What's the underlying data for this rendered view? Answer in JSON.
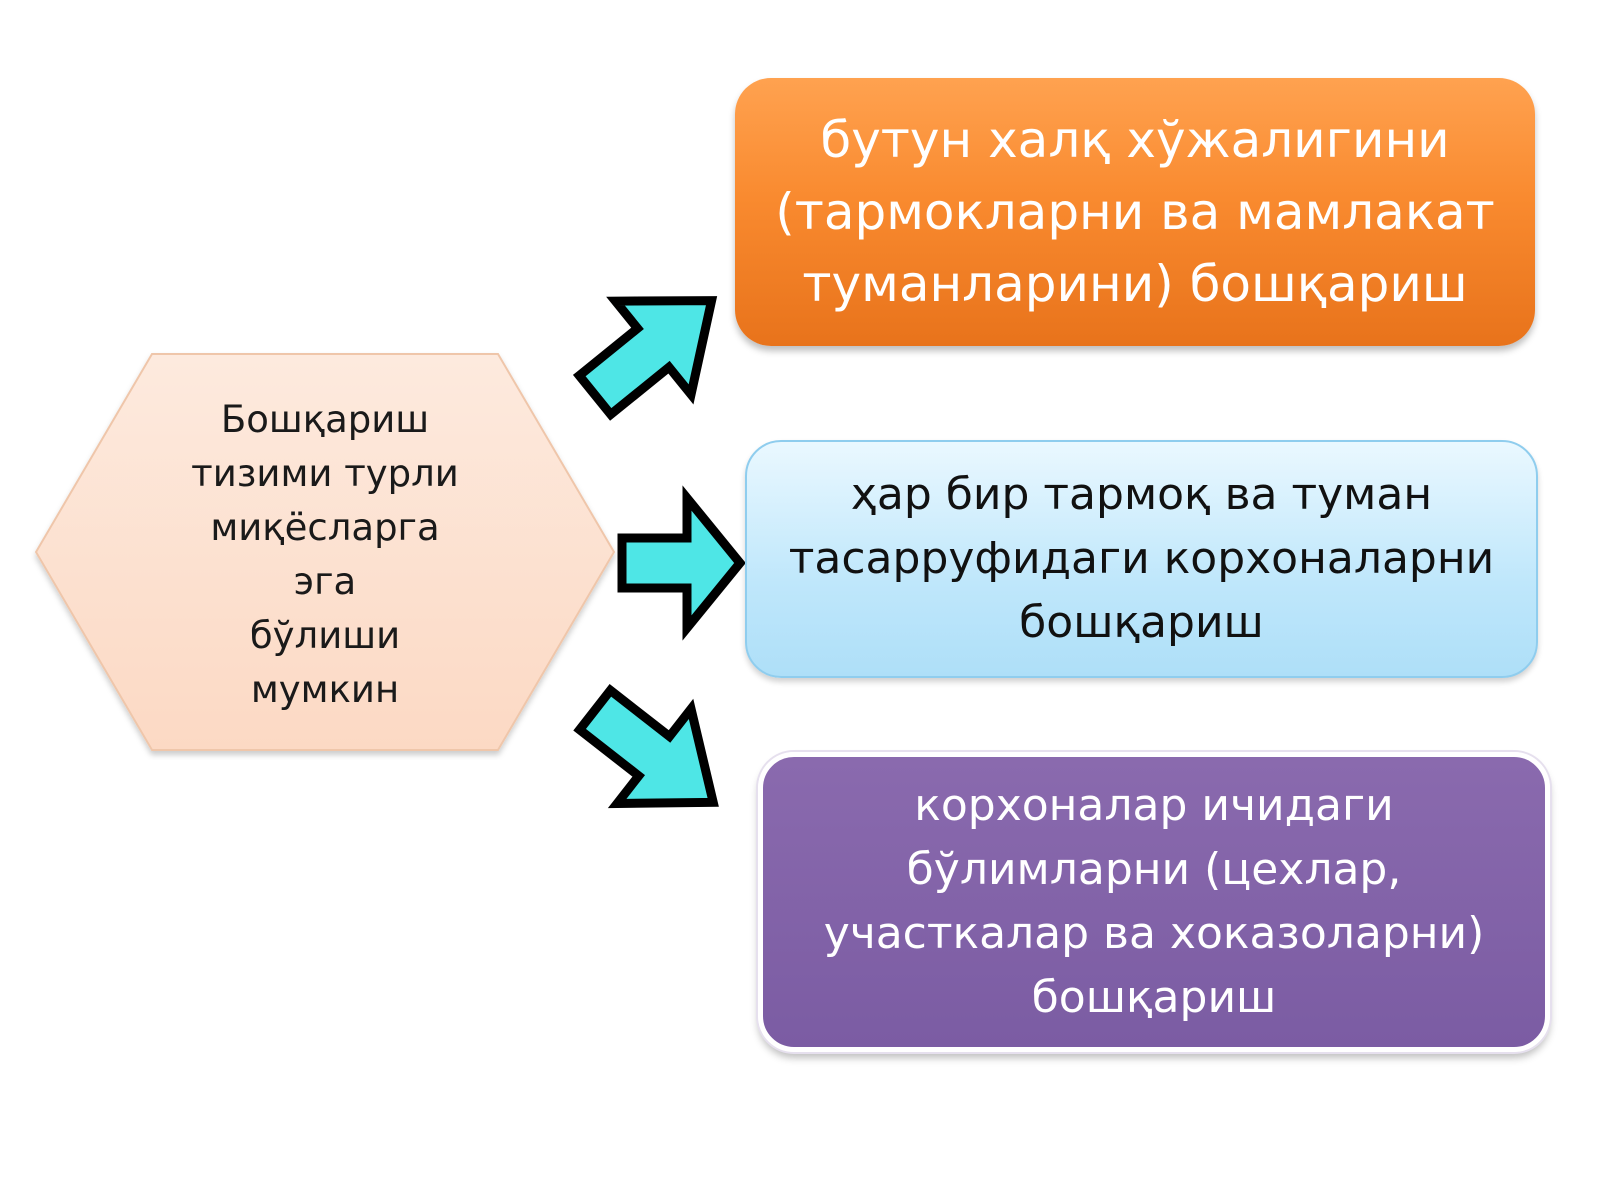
{
  "hexagon": {
    "lines": [
      "Бошқариш",
      "тизими турли",
      "миқёсларга эга",
      "бўлиши мумкин"
    ],
    "fill": "#fde3d3",
    "stroke": "#f0c9ae"
  },
  "boxes": {
    "top": {
      "lines": [
        "бутун халқ хўжалигини",
        "(тармокларни ва мамлакат",
        "туманларини) бошқариш"
      ],
      "color": "#f98a2f"
    },
    "middle": {
      "lines": [
        "ҳар бир тармоқ ва туман",
        "тасарруфидаги корхоналарни",
        "бошқариш"
      ],
      "color": "#bfe7fb"
    },
    "bottom": {
      "lines": [
        "корхоналар ичидаги",
        "бўлимларни (цехлар,",
        "участкалар ва хоказоларни)",
        "бошқариш"
      ],
      "color": "#7b5ca3"
    }
  },
  "arrows": {
    "fill": "#4ee6e6",
    "stroke": "#000000",
    "icon": "block-arrow-icon"
  }
}
